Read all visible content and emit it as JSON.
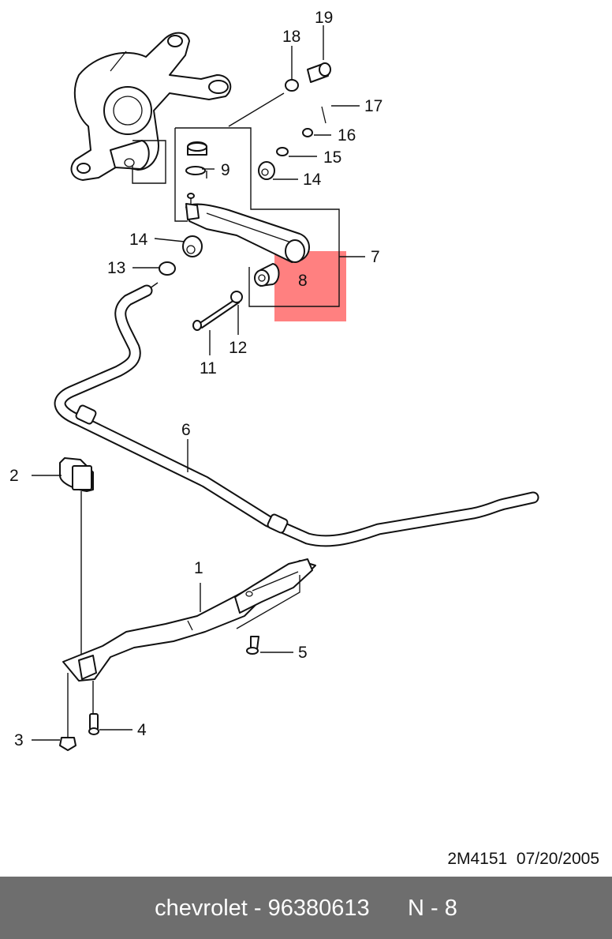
{
  "diagram": {
    "code": "2M4151",
    "date": "07/20/2005",
    "highlight_color": "#ff8080",
    "line_color": "#111111",
    "callouts": {
      "c1": "1",
      "c2": "2",
      "c3": "3",
      "c4": "4",
      "c5": "5",
      "c6": "6",
      "c7": "7",
      "c8": "8",
      "c9": "9",
      "c11": "11",
      "c12": "12",
      "c13": "13",
      "c14a": "14",
      "c14b": "14",
      "c15": "15",
      "c16": "16",
      "c17": "17",
      "c18": "18",
      "c19": "19"
    },
    "highlighted_callout": "8"
  },
  "footer": {
    "brand": "chevrolet",
    "part_number": "96380613",
    "position": "N - 8",
    "background": "#6e6e6e"
  }
}
